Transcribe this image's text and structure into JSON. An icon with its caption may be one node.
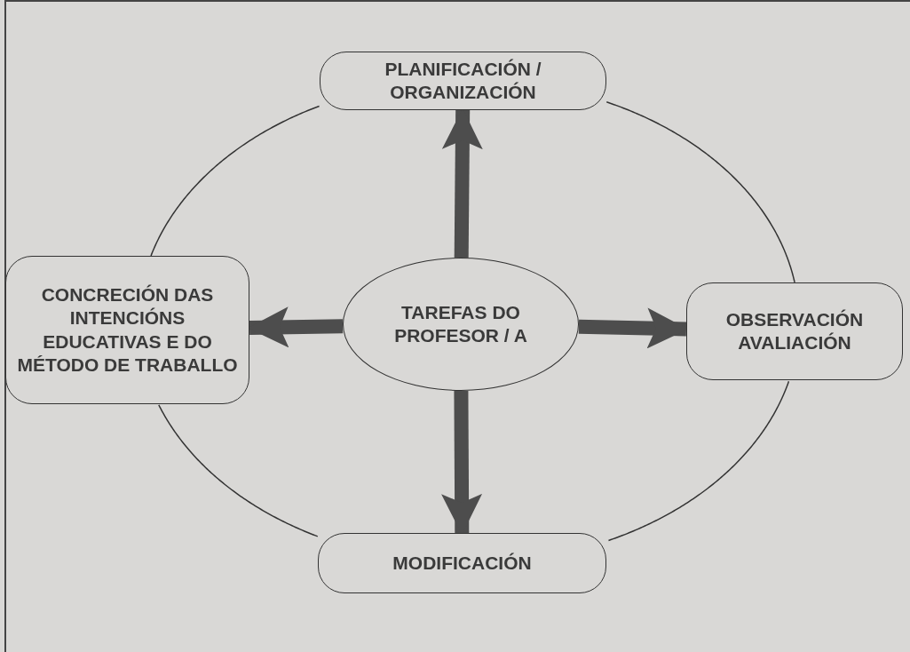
{
  "diagram": {
    "nodes": [
      {
        "text": [
          "TAREFAS DO PROFESOR / A"
        ]
      },
      {
        "text": [
          "PLANIFICACIÓN / ORGANIZACIÓN"
        ]
      },
      {
        "text": [
          "OBSERVACIÓN AVALIACIÓN"
        ]
      },
      {
        "text": [
          "MODIFICACIÓN"
        ]
      },
      {
        "text": [
          "CONCRECIÓN DAS INTENCIÓNS EDUCATIVAS E DO MÉTODO DE TRABALLO"
        ]
      }
    ],
    "edges": [
      {
        "from": 0,
        "to": 1,
        "arrow": "to",
        "style": "thick"
      },
      {
        "from": 0,
        "to": 2,
        "arrow": "to",
        "style": "thick"
      },
      {
        "from": 0,
        "to": 3,
        "arrow": "to",
        "style": "thick"
      },
      {
        "from": 0,
        "to": 4,
        "arrow": "to",
        "style": "thick"
      },
      {
        "from": 1,
        "to": 2,
        "arrow": "none"
      },
      {
        "from": 2,
        "to": 3,
        "arrow": "none"
      },
      {
        "from": 3,
        "to": 4,
        "arrow": "none"
      },
      {
        "from": 4,
        "to": 1,
        "arrow": "none"
      }
    ]
  }
}
